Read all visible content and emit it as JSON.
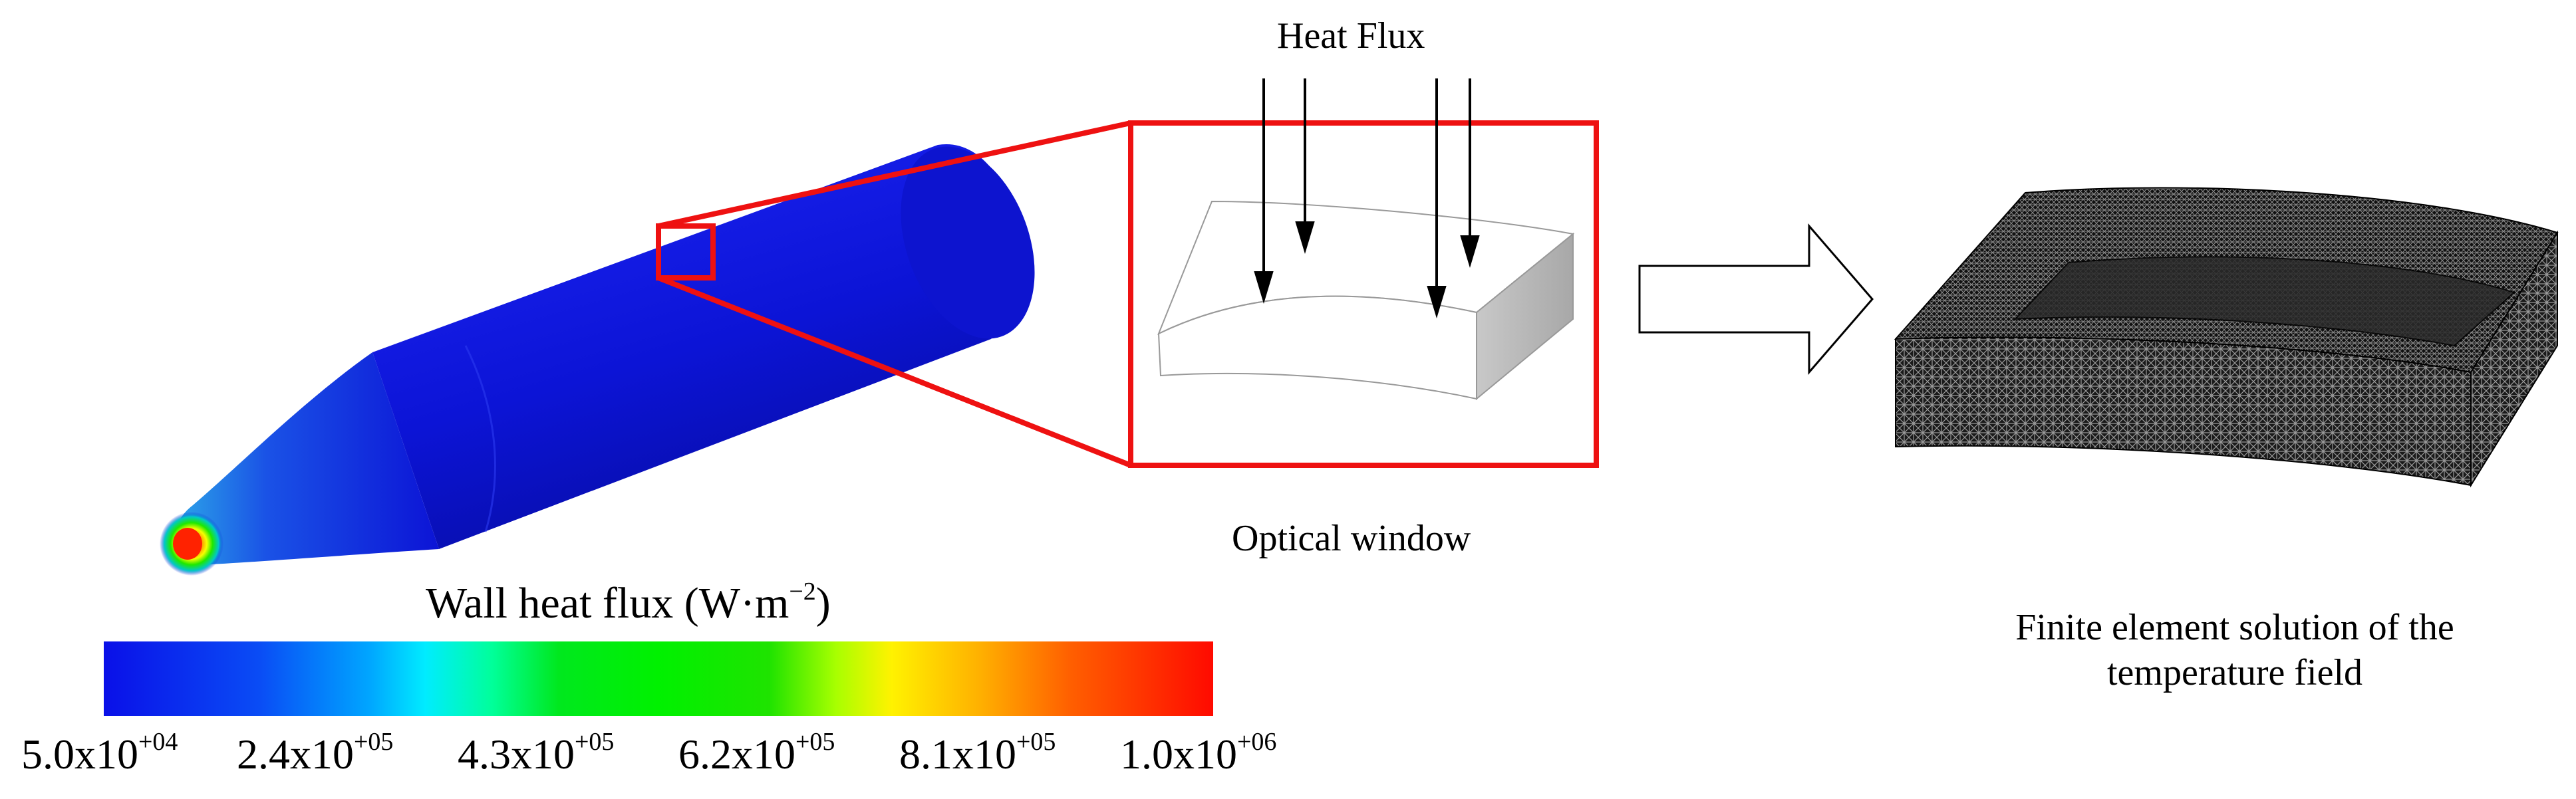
{
  "diagram": {
    "heat_flux_label": "Heat Flux",
    "optical_window_label": "Optical window",
    "fe_caption": "Finite element solution of the temperature field",
    "legend": {
      "title": "Wall heat flux (W·m",
      "title_exponent": "−2",
      "title_close": ")",
      "ticks": [
        {
          "mantissa": "5.0x10",
          "exponent": "+04"
        },
        {
          "mantissa": "2.4x10",
          "exponent": "+05"
        },
        {
          "mantissa": "4.3x10",
          "exponent": "+05"
        },
        {
          "mantissa": "6.2x10",
          "exponent": "+05"
        },
        {
          "mantissa": "8.1x10",
          "exponent": "+05"
        },
        {
          "mantissa": "1.0x10",
          "exponent": "+06"
        }
      ]
    },
    "colors": {
      "highlight": "#ee1111",
      "vehicle_body": "#0b12c8",
      "arrow": "#000000"
    }
  }
}
